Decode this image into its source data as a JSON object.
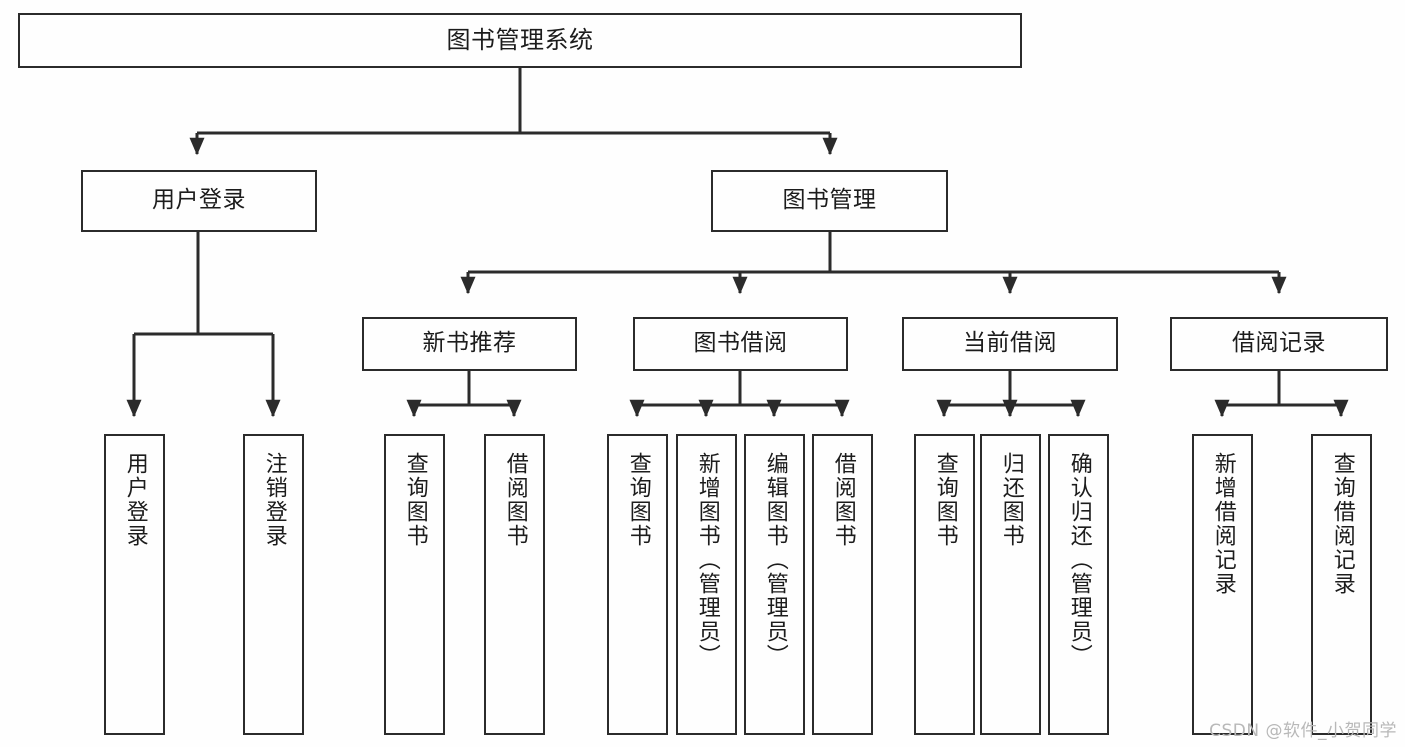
{
  "diagram": {
    "title": "图书管理系统",
    "type": "tree-hierarchy-diagram",
    "colors": {
      "background": "#fefefe",
      "stroke": "#2b2b2b",
      "text": "#1c1c1c",
      "watermark": "#b8b8b8"
    },
    "root": {
      "label": "图书管理系统"
    },
    "level2": [
      {
        "label": "用户登录"
      },
      {
        "label": "图书管理"
      }
    ],
    "level3": [
      {
        "label": "新书推荐"
      },
      {
        "label": "图书借阅"
      },
      {
        "label": "当前借阅"
      },
      {
        "label": "借阅记录"
      }
    ],
    "leaves": {
      "user_login": [
        {
          "label": "用户登录"
        },
        {
          "label": "注销登录"
        }
      ],
      "new_book_recommend": [
        {
          "label": "查询图书"
        },
        {
          "label": "借阅图书"
        }
      ],
      "book_borrow": [
        {
          "label": "查询图书"
        },
        {
          "label": "新增图书（管理员）"
        },
        {
          "label": "编辑图书（管理员）"
        },
        {
          "label": "借阅图书"
        }
      ],
      "current_borrow": [
        {
          "label": "查询图书"
        },
        {
          "label": "归还图书"
        },
        {
          "label": "确认归还（管理员）"
        }
      ],
      "borrow_record": [
        {
          "label": "新增借阅记录"
        },
        {
          "label": "查询借阅记录"
        }
      ]
    }
  },
  "watermark": {
    "text": "CSDN @软件_小贺同学"
  }
}
